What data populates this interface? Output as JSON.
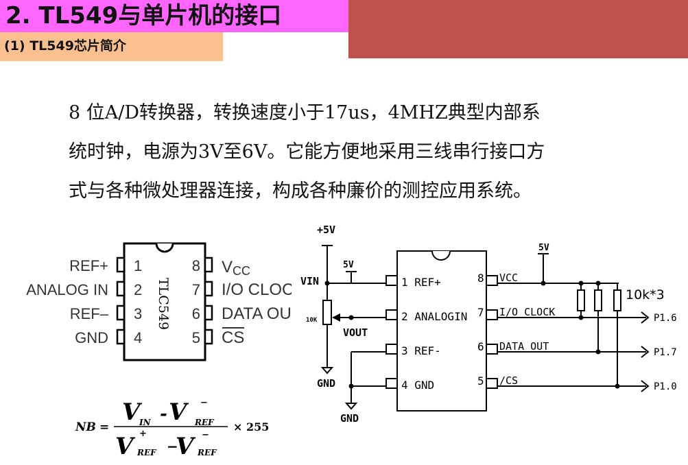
{
  "header": {
    "title": "2. TL549与单片机的接口",
    "subtitle": "(1) TL549芯片简介"
  },
  "body": {
    "line1": "8 位A/D转换器，转换速度小于17us，4MHZ典型内部系",
    "line2": "统时钟，电源为3V至6V。它能方便地采用三线串行接口方",
    "line3": "式与各种微处理器连接，构成各种廉价的测控应用系统。"
  },
  "package": {
    "chip_label": "TLC549",
    "left_pins": [
      {
        "label": "REF+",
        "num": "1"
      },
      {
        "label": "ANALOG IN",
        "num": "2"
      },
      {
        "label": "REF–",
        "num": "3"
      },
      {
        "label": "GND",
        "num": "4"
      }
    ],
    "right_pins": [
      {
        "num": "8",
        "label": "V",
        "sub": "CC"
      },
      {
        "num": "7",
        "label": "I/O CLOCK"
      },
      {
        "num": "6",
        "label": "DATA OUT"
      },
      {
        "num": "5",
        "label": "CS"
      }
    ]
  },
  "schematic": {
    "supply_top": "+5V",
    "supply_vin": "5V",
    "supply_vcc": "5V",
    "vin": "VIN",
    "pot": "10K",
    "vout": "VOUT",
    "gnd1": "GND",
    "gnd2": "GND",
    "pins_left": [
      "1 REF+",
      "2 ANALOGIN",
      "3 REF-",
      "4 GND"
    ],
    "pins_right": [
      {
        "num": "8",
        "label": "VCC"
      },
      {
        "num": "7",
        "label": "I/O CLOCK"
      },
      {
        "num": "6",
        "label": "DATA OUT"
      },
      {
        "num": "5",
        "label": "/CS"
      }
    ],
    "resistors": "10k*3",
    "ports": [
      "P1.6",
      "P1.7",
      "P1.0"
    ]
  },
  "formula": {
    "lhs": "N",
    "lhs_sub": "B",
    "eq": "=",
    "num_v1": "V",
    "num_sub1": "IN",
    "num_minus": "-",
    "num_v2": "V",
    "num_sub2": "REF",
    "num_sup2": "−",
    "den_v1": "V",
    "den_sup1": "+",
    "den_sub1": "REF",
    "den_minus": "−",
    "den_v2": "V",
    "den_sub2": "REF",
    "den_sup2": "−",
    "times": "× 255"
  }
}
